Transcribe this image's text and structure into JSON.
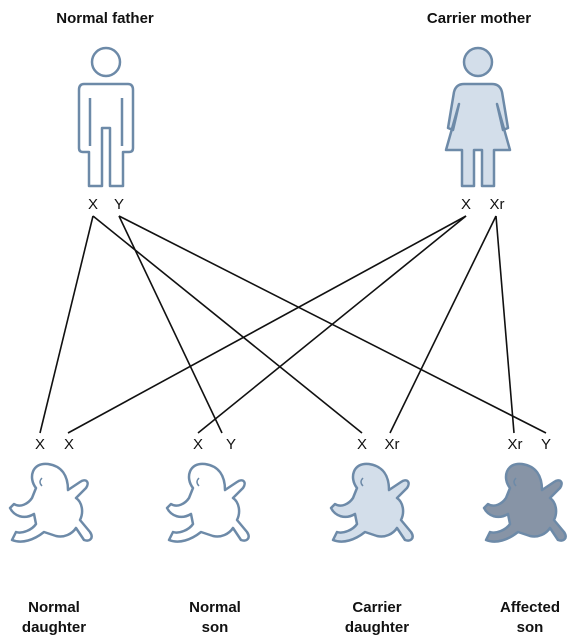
{
  "parents": {
    "father": {
      "title": "Normal father",
      "chromosomes": [
        "X",
        "Y"
      ],
      "icon": "man-icon"
    },
    "mother": {
      "title": "Carrier mother",
      "chromosomes": [
        "X",
        "Xr"
      ],
      "icon": "woman-icon"
    }
  },
  "children": [
    {
      "chromosomes": [
        "X",
        "X"
      ],
      "label_line1": "Normal",
      "label_line2": "daughter",
      "icon": "baby-icon"
    },
    {
      "chromosomes": [
        "X",
        "Y"
      ],
      "label_line1": "Normal",
      "label_line2": "son",
      "icon": "baby-icon"
    },
    {
      "chromosomes": [
        "X",
        "Xr"
      ],
      "label_line1": "Carrier",
      "label_line2": "daughter",
      "icon": "baby-icon"
    },
    {
      "chromosomes": [
        "Xr",
        "Y"
      ],
      "label_line1": "Affected",
      "label_line2": "son",
      "icon": "baby-icon"
    }
  ],
  "colors": {
    "outline": "#6d8aa8",
    "normal_fill": "#ffffff",
    "carrier_fill": "#d3deea",
    "affected_fill": "#8794a6",
    "line": "#111111"
  }
}
